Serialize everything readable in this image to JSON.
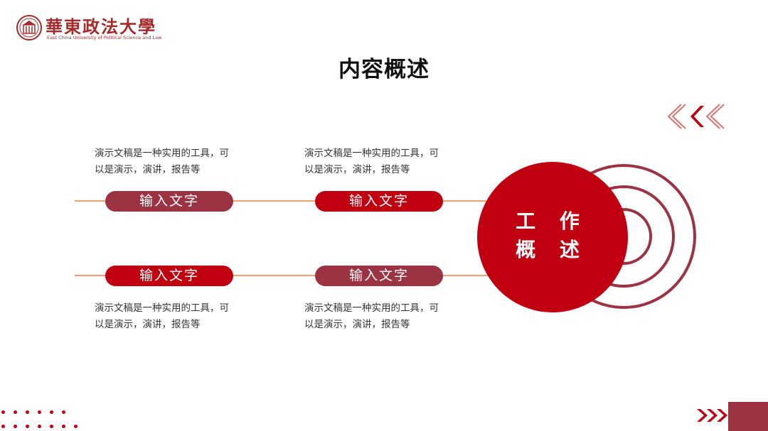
{
  "logo": {
    "name_cn": "華東政法大學",
    "name_en": "East China University of Political Science and Law"
  },
  "title": "内容概述",
  "center": {
    "line1": "工 作",
    "line2": "概 述"
  },
  "items": [
    {
      "label": "输入文字",
      "desc_line1": "演示文稿是一种实用的工具，可",
      "desc_line2": "以是演示，演讲，报告等"
    },
    {
      "label": "输入文字",
      "desc_line1": "演示文稿是一种实用的工具，可",
      "desc_line2": "以是演示，演讲，报告等"
    },
    {
      "label": "输入文字",
      "desc_line1": "演示文稿是一种实用的工具，可",
      "desc_line2": "以是演示，演讲，报告等"
    },
    {
      "label": "输入文字",
      "desc_line1": "演示文稿是一种实用的工具，可",
      "desc_line2": "以是演示，演讲，报告等"
    }
  ],
  "colors": {
    "primary_red": "#c00010",
    "dark_red": "#9b3343",
    "line_orange": "#f0a070"
  },
  "icons": [
    "school-emblem-icon",
    "chevron-left-icon",
    "chevron-right-icon"
  ]
}
